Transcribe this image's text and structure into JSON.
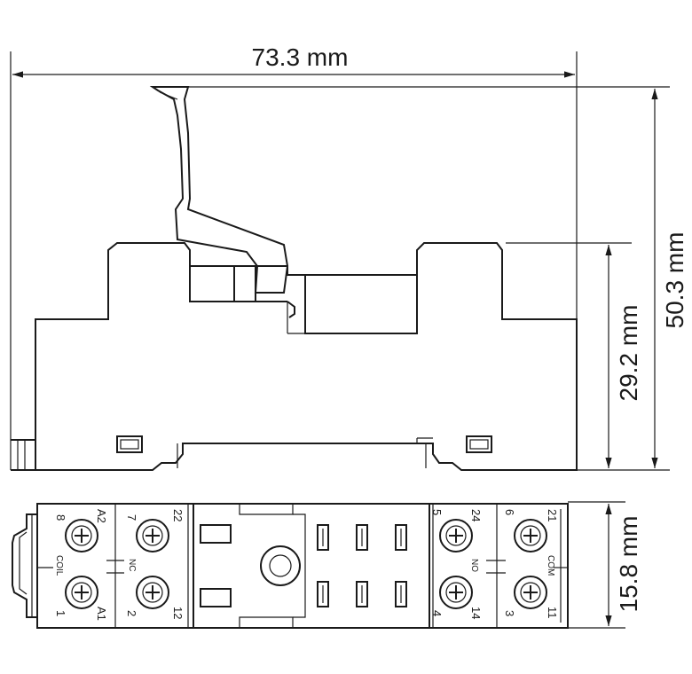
{
  "dimensions": {
    "width": "73.3 mm",
    "total_height": "50.3 mm",
    "base_height": "29.2 mm",
    "depth": "15.8 mm"
  },
  "terminals": {
    "left_top_left": "8",
    "left_top_mid": "A2",
    "left_top_right": "7",
    "left_top_far": "22",
    "left_bottom_left": "1",
    "left_bottom_mid": "A1",
    "left_bottom_right": "2",
    "left_bottom_far": "12",
    "right_top_left": "5",
    "right_top_mid": "24",
    "right_top_right": "6",
    "right_top_far": "21",
    "right_bottom_left": "4",
    "right_bottom_mid": "14",
    "right_bottom_right": "3",
    "right_bottom_far": "11"
  },
  "labels": {
    "coil": "COIL",
    "nc": "NC",
    "no": "NO",
    "com": "COM"
  }
}
